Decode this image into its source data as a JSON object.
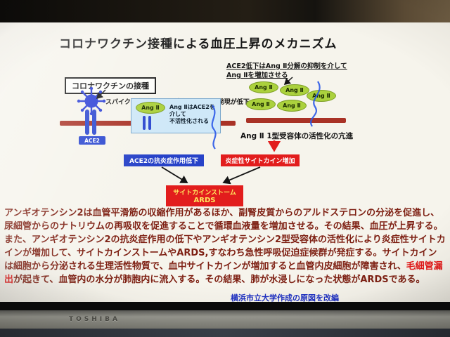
{
  "tv": {
    "brand": "TOSHIBA"
  },
  "slide": {
    "title": "コロナワクチン接種による血圧上昇のメカニズム",
    "top_note": {
      "line1": "ACE2低下はAng Ⅱ分解の抑制を介して",
      "line2": "Ang Ⅱを増加させる"
    },
    "vaccine_label": "コロナワクチンの接種",
    "spike_note": "スパイク蛋白がACE2に結合、ACE2の発現が低下",
    "ace2_label": "ACE2",
    "ang2": "Ang Ⅱ",
    "inactivation": {
      "line1": "Ang ⅡはACE2を介して",
      "line2": "不活性化される"
    },
    "receptor_note": "Ang Ⅱ 1型受容体の活性化の亢進",
    "anti_inflammatory_box": "ACE2の抗炎症作用低下",
    "cytokine_box": "炎症性サイトカイン増加",
    "storm_box": {
      "line1": "サイトカインストーム",
      "line2": "ARDS"
    },
    "body": {
      "seg1": "アンギオテンシン2は血管平滑筋の収縮作用があるほか、副腎皮質からのアルドステロンの分泌を促進し、尿細管からのナトリウムの再吸収を促進することで循環血液量を増加させる。その結果、血圧が上昇する。また、アンギオテンシン2の抗炎症作用の低下やアンギオテンシン2型受容体の活性化により炎症性サイトカインが増加して、サイトカインストームやARDS,すなわち急性呼吸促迫症候群が発症する。サイトカインは細胞から分泌される生理活性物質で、血中サイトカインが増加すると血管内皮細胞が障害され、",
      "seg2_highlight": "毛細管漏出",
      "seg3": "が起きて、血管内の水分が肺胞内に流入する。その結果、肺が水浸しになった状態がARDSである。"
    },
    "credit": "横浜市立大学作成の原図を改編"
  },
  "colors": {
    "membrane": "#a93226",
    "accent_red": "#e21d1d",
    "accent_blue": "#2742c8",
    "oval_green": "#abd13d",
    "body_text": "#7e2013",
    "highlight_red": "#e31515",
    "credit_blue": "#1b2ec2"
  }
}
